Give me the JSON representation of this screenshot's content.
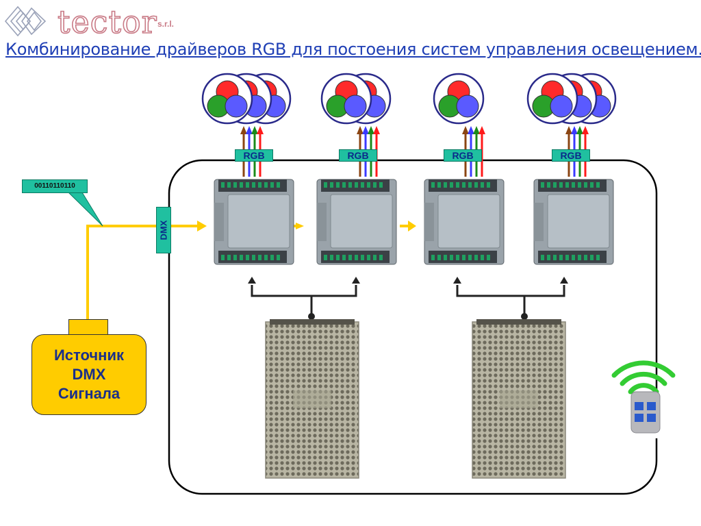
{
  "logo": {
    "brand": "tector",
    "suffix": "s.r.l."
  },
  "title": "Комбинирование драйверов RGB для постоения систем управления освещением.",
  "dmx_signal": {
    "bits": "00110110110",
    "connector_label": "DMX"
  },
  "source": {
    "line1": "Источник",
    "line2": "DMX",
    "line3": "Сигнала"
  },
  "drivers": [
    {
      "output_label": "RGB",
      "lamps": 3
    },
    {
      "output_label": "RGB",
      "lamps": 2
    },
    {
      "output_label": "RGB",
      "lamps": 1
    },
    {
      "output_label": "RGB",
      "lamps": 3
    }
  ],
  "power_supplies": 2,
  "colors": {
    "signal_line": "#ffcc00",
    "label_fill": "#20c0a0",
    "lamp_red": "#ff2a2a",
    "lamp_green": "#2aa02a",
    "lamp_blue": "#5a5aff",
    "wifi_green": "#33cc33",
    "remote_button": "#2a5acc"
  },
  "icons": [
    "logo-emblem-icon",
    "rgb-lamp-icon",
    "led-driver-icon",
    "power-supply-icon",
    "wifi-icon",
    "remote-control-icon"
  ]
}
